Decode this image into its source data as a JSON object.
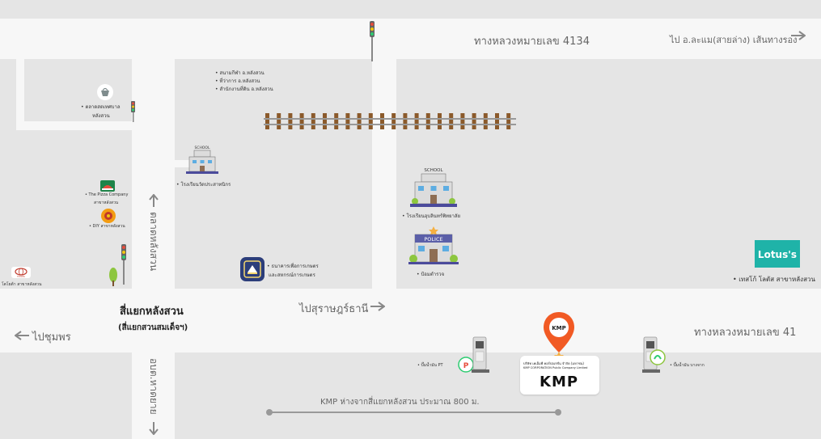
{
  "roads": {
    "hwy_4134": "ทางหลวงหมายเลข 4134",
    "to_lamae": "ไป อ.ละแม(สายล่าง) เส้นทางรอง",
    "hwy_41": "ทางหลวงหมายเลข 41",
    "to_chumphon": "ไปชุมพร",
    "to_surat": "ไปสุราษฎร์ธานี",
    "talad_langsuan": "ตลาดหลังสวน",
    "orbortor_road": "อบต.หาดยาย",
    "intersection": "สี่แยกหลังสวน",
    "intersection_alt": "(สี่แยกสวนสมเด็จฯ)"
  },
  "places": {
    "stadium": "• สนามกีฬา อ.หลังสวน",
    "district_office": "• ที่ว่าการ อ.หลังสวน",
    "land_office": "• สำนักงานที่ดิน อ.หลังสวน",
    "municipal_market_1": "• ตลาดสดเทศบาล",
    "municipal_market_2": "หลังสวน",
    "school_1": "• โรงเรียนวัดประสาทนิกร",
    "school_2": "• โรงเรียนอุบลินทร์พิทยาลัย",
    "pizza_1": "• The Pizza Company",
    "pizza_2": "สาขาหลังสวน",
    "diy": "• DIY สาขาหลังสวน",
    "toyota": "โตโยต้า สาขาหลังสวน",
    "baac_1": "• ธนาคารเพื่อการเกษตร",
    "baac_2": "และสหกรณ์การเกษตร",
    "police": "• ป้อมตำรวจ",
    "lotus": "• เทสโก้ โลตัส สาขาหลังสวน",
    "pt_station": "• ปั๊มน้ำมัน PT",
    "bangchak_station": "• ปั๊มน้ำมัน บางจาก",
    "school_word": "SCHOOL",
    "police_word": "POLICE",
    "lotus_word": "Lotus's",
    "toyota_word": "TOYOTA"
  },
  "company": {
    "name_th": "บริษัท เคเอ็มพี คอร์ปอเรชั่น จำกัด (มหาชน)",
    "name_en": "KMP CORPORATION Public Company Limited",
    "logo": "KMP",
    "pin_logo": "KMP"
  },
  "distance_note": "KMP ห่างจากสี่แยกหลังสวน ประมาณ 800 ม.",
  "colors": {
    "background": "#e5e5e5",
    "road": "#f7f7f7",
    "pin": "#f15a24",
    "lotus": "#1fb3a8",
    "kmp_red": "#e31e24"
  },
  "icons": [
    "traffic-light-icon",
    "market-basket-icon",
    "school-icon",
    "police-station-icon",
    "pizza-icon",
    "diy-icon",
    "toyota-icon",
    "bank-icon",
    "gas-pump-icon",
    "pt-logo-icon",
    "bangchak-logo-icon",
    "map-pin-icon",
    "tree-icon",
    "railway-icon",
    "arrow-right-icon",
    "arrow-left-icon",
    "arrow-up-icon",
    "arrow-down-icon"
  ]
}
